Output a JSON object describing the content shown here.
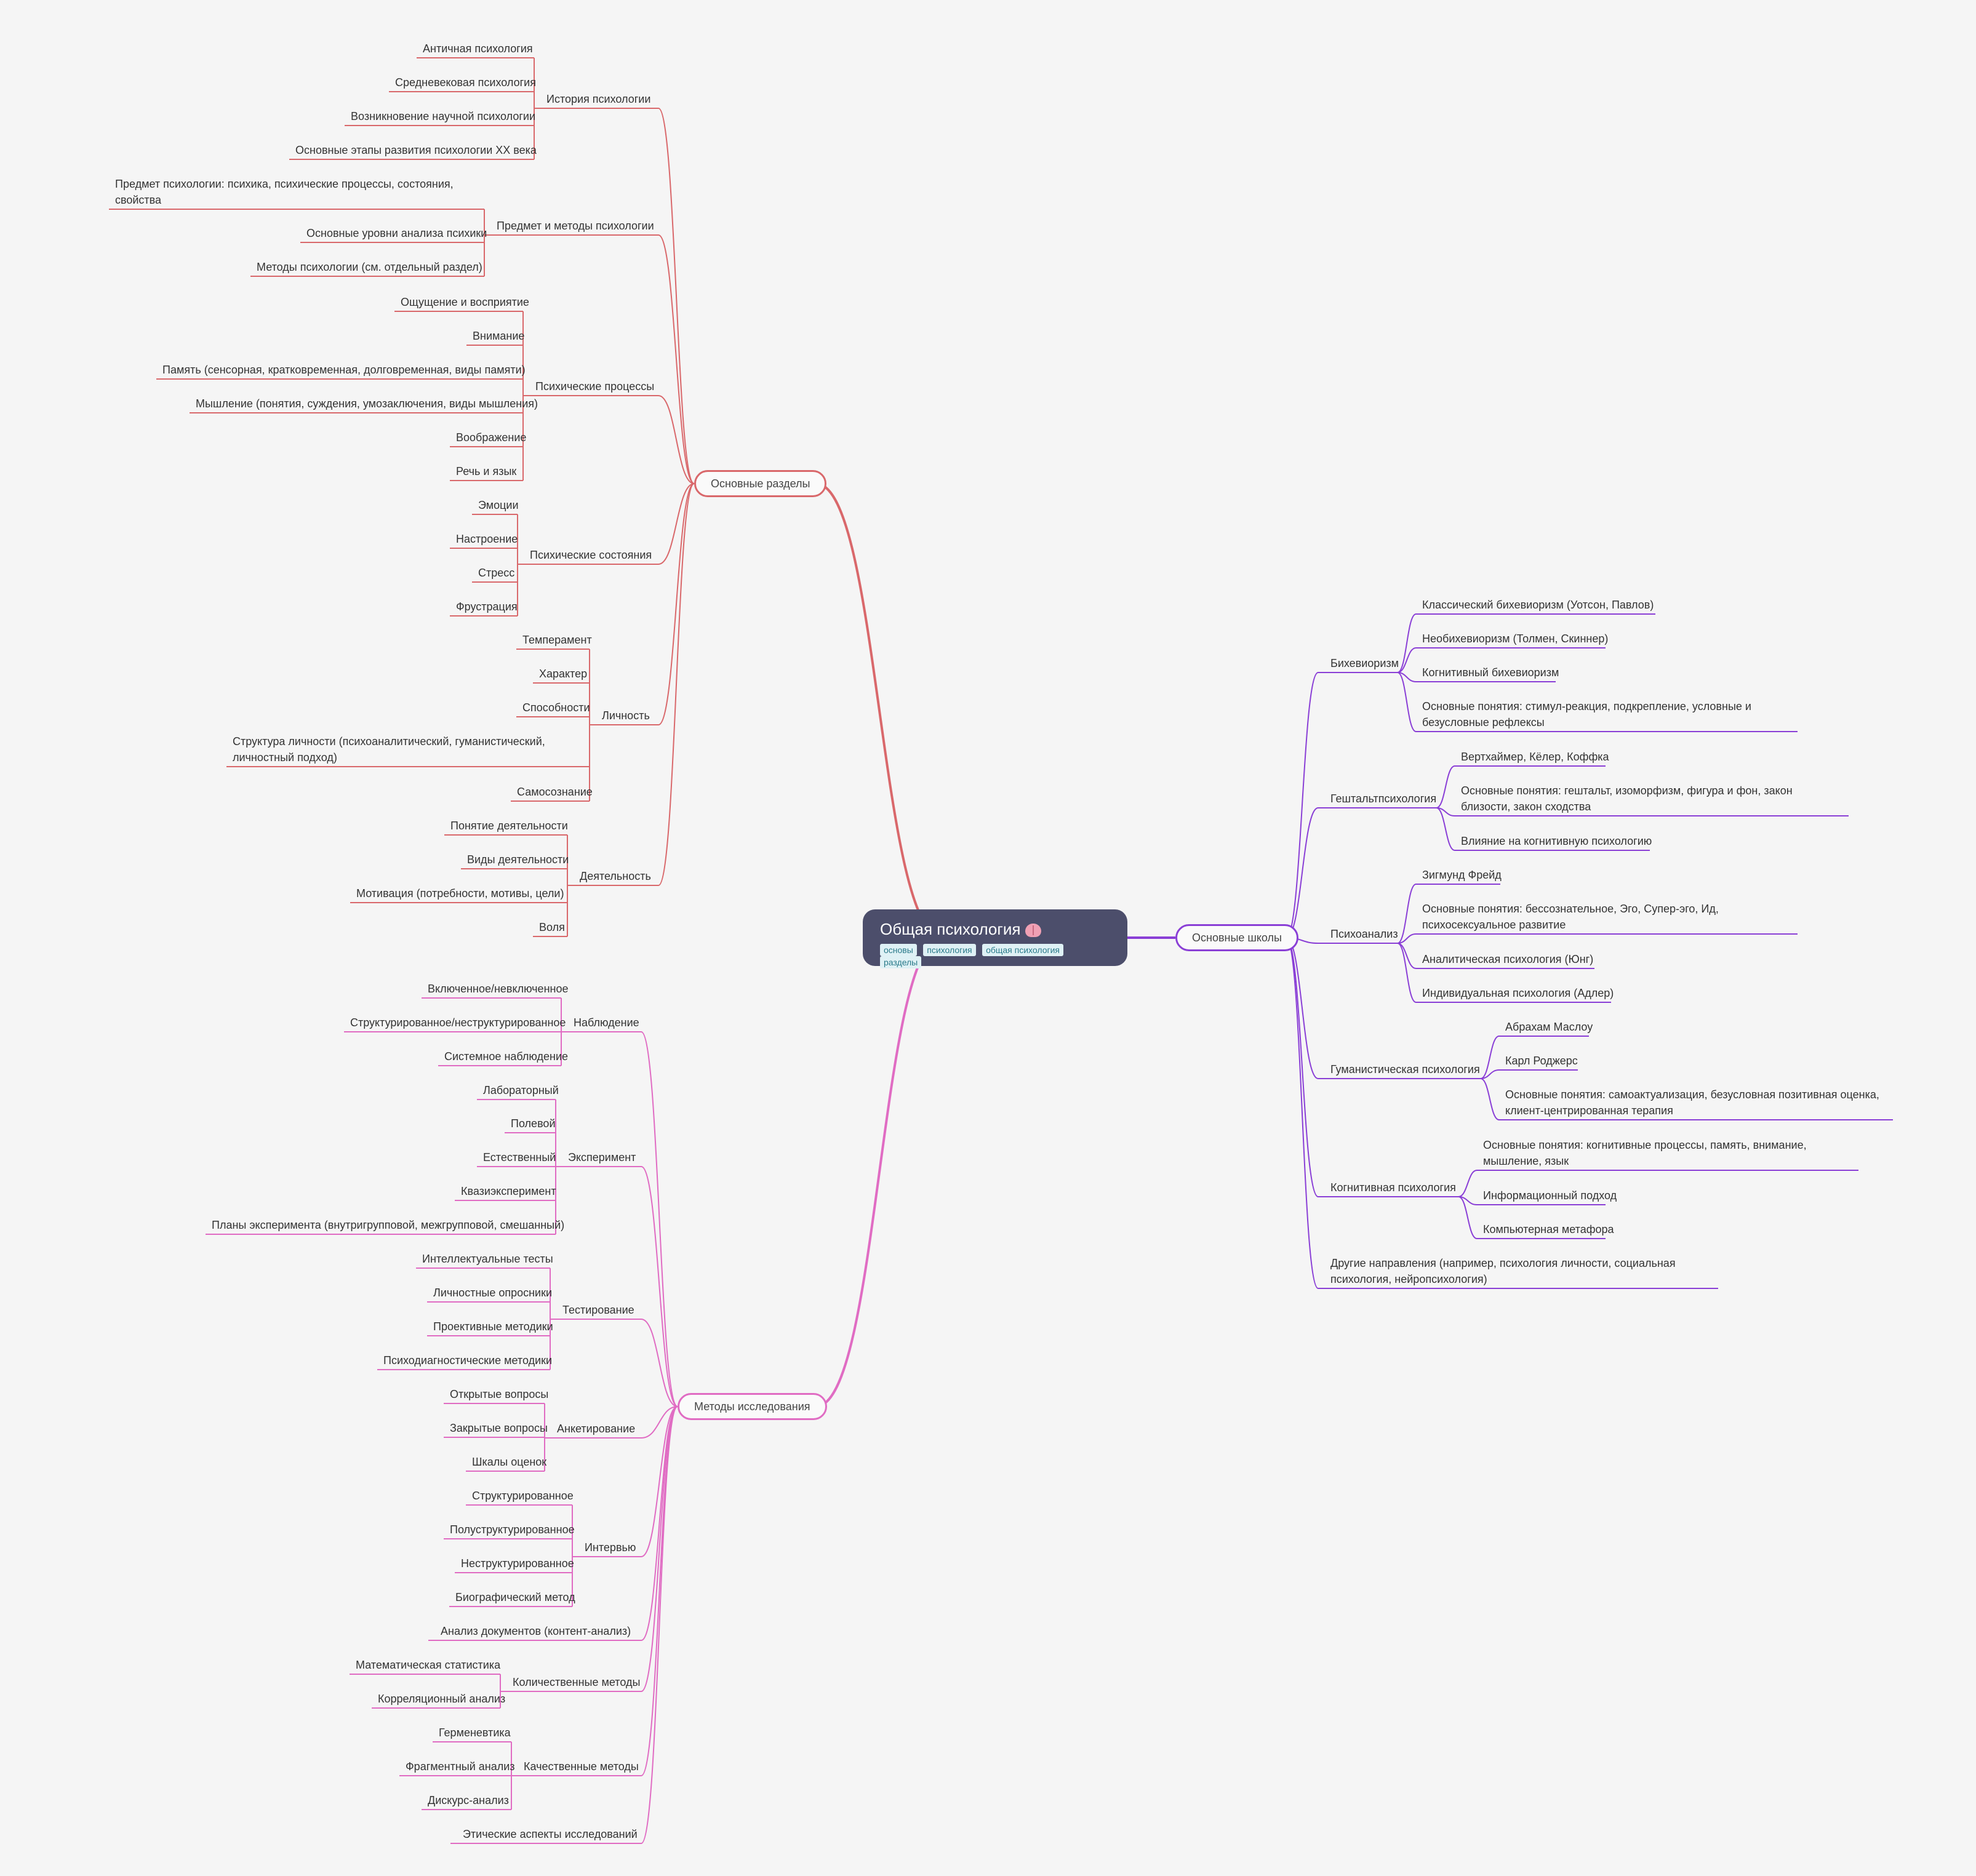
{
  "root": {
    "title": "Общая психология",
    "icon": "brain-emoji-icon",
    "tags": [
      "основы",
      "психология",
      "общая психология",
      "разделы"
    ]
  },
  "colors": {
    "background": "#f5f5f5",
    "root_fill": "#4c4e6b",
    "branch_sections": "#d9686b",
    "branch_methods": "#e06cc3",
    "branch_schools": "#8a3fd6"
  },
  "branches": {
    "sections": {
      "label": "Основные разделы",
      "groups": [
        {
          "label": "История психологии",
          "items": [
            "Античная психология",
            "Средневековая психология",
            "Возникновение научной психологии",
            "Основные этапы развития психологии XX века"
          ]
        },
        {
          "label": "Предмет и методы психологии",
          "items": [
            "Предмет психологии: психика, психические процессы, состояния, свойства",
            "Основные уровни анализа психики",
            "Методы психологии (см. отдельный раздел)"
          ]
        },
        {
          "label": "Психические процессы",
          "items": [
            "Ощущение и восприятие",
            "Внимание",
            "Память (сенсорная, кратковременная, долговременная, виды памяти)",
            "Мышление (понятия, суждения, умозаключения, виды мышления)",
            "Воображение",
            "Речь и язык"
          ]
        },
        {
          "label": "Психические состояния",
          "items": [
            "Эмоции",
            "Настроение",
            "Стресс",
            "Фрустрация"
          ]
        },
        {
          "label": "Личность",
          "items": [
            "Темперамент",
            "Характер",
            "Способности",
            "Структура личности (психоаналитический, гуманистический, личностный подход)",
            "Самосознание"
          ]
        },
        {
          "label": "Деятельность",
          "items": [
            "Понятие деятельности",
            "Виды деятельности",
            "Мотивация (потребности, мотивы, цели)",
            "Воля"
          ]
        }
      ]
    },
    "methods": {
      "label": "Методы исследования",
      "groups": [
        {
          "label": "Наблюдение",
          "items": [
            "Включенное/невключенное",
            "Структурированное/неструктурированное",
            "Системное наблюдение"
          ]
        },
        {
          "label": "Эксперимент",
          "items": [
            "Лабораторный",
            "Полевой",
            "Естественный",
            "Квазиэксперимент",
            "Планы эксперимента (внутригрупповой, межгрупповой, смешанный)"
          ]
        },
        {
          "label": "Тестирование",
          "items": [
            "Интеллектуальные тесты",
            "Личностные опросники",
            "Проективные методики",
            "Психодиагностические методики"
          ]
        },
        {
          "label": "Анкетирование",
          "items": [
            "Открытые вопросы",
            "Закрытые вопросы",
            "Шкалы оценок"
          ]
        },
        {
          "label": "Интервью",
          "items": [
            "Структурированное",
            "Полуструктурированное",
            "Неструктурированное",
            "Биографический метод"
          ]
        },
        {
          "label": "Анализ документов (контент-анализ)",
          "items": []
        },
        {
          "label": "Количественные методы",
          "items": [
            "Математическая статистика",
            "Корреляционный анализ"
          ]
        },
        {
          "label": "Качественные методы",
          "items": [
            "Герменевтика",
            "Фрагментный анализ",
            "Дискурс-анализ"
          ]
        },
        {
          "label": "Этические аспекты исследований",
          "items": []
        }
      ]
    },
    "schools": {
      "label": "Основные школы",
      "groups": [
        {
          "label": "Бихевиоризм",
          "items": [
            "Классический бихевиоризм (Уотсон, Павлов)",
            "Необихевиоризм (Толмен, Скиннер)",
            "Когнитивный бихевиоризм",
            "Основные понятия: стимул-реакция, подкрепление, условные и безусловные рефлексы"
          ]
        },
        {
          "label": "Гештальтпсихология",
          "items": [
            "Вертхаймер, Кёлер, Коффка",
            "Основные понятия: гештальт, изоморфизм, фигура и фон, закон близости, закон сходства",
            "Влияние на когнитивную психологию"
          ]
        },
        {
          "label": "Психоанализ",
          "items": [
            "Зигмунд Фрейд",
            "Основные понятия: бессознательное, Эго, Супер-эго, Ид, психосексуальное развитие",
            "Аналитическая психология (Юнг)",
            "Индивидуальная психология (Адлер)"
          ]
        },
        {
          "label": "Гуманистическая психология",
          "items": [
            "Абрахам Маслоу",
            "Карл Роджерс",
            "Основные понятия: самоактуализация, безусловная позитивная оценка, клиент-центрированная терапия"
          ]
        },
        {
          "label": "Когнитивная психология",
          "items": [
            "Основные понятия: когнитивные процессы, память, внимание, мышление, язык",
            "Информационный подход",
            "Компьютерная метафора"
          ]
        },
        {
          "label": "Другие направления (например, психология личности, социальная психология, нейропсихология)",
          "items": []
        }
      ]
    }
  }
}
